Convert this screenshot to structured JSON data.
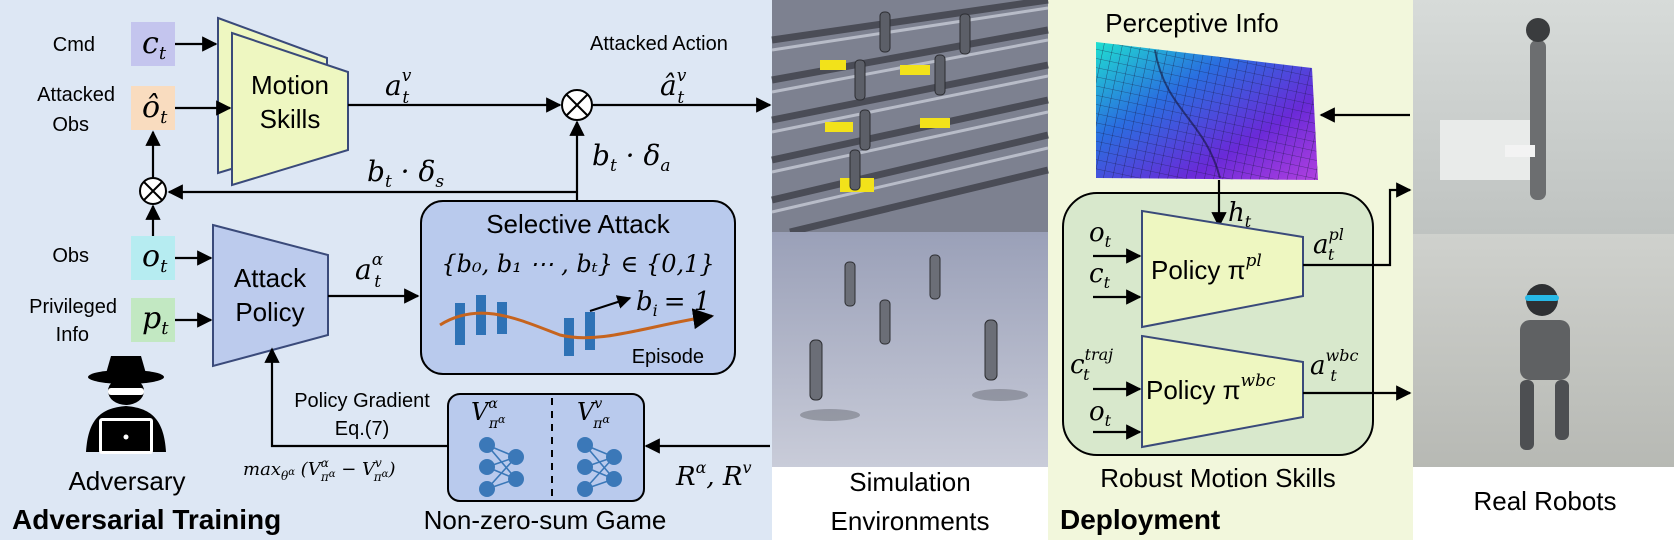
{
  "colors": {
    "left_panel_bg": "#dde7f4",
    "right_panel_bg": "#f2f7dc",
    "skill_block": "#eef7c1",
    "attack_block": "#bccbed",
    "selective_box": "#b9caed",
    "robust_box": "#d8e8cc",
    "bar": "#2e72b6",
    "curve": "#c6641e",
    "cmd_tag": "#c4c5ee",
    "att_obs_tag": "#f9dcbf",
    "obs_tag": "#b6ecf1",
    "priv_tag": "#c2e8c2",
    "neuron": "#3b78b8"
  },
  "left": {
    "labels": {
      "cmd": "Cmd",
      "attacked_obs_1": "Attacked",
      "attacked_obs_2": "Obs",
      "obs": "Obs",
      "privileged_1": "Privileged",
      "privileged_2": "Info",
      "attacked_action": "Attacked Action"
    },
    "vars": {
      "c": "c",
      "o_hat": "ô",
      "o": "o",
      "p": "p",
      "t": "t"
    },
    "motion_skills_1": "Motion",
    "motion_skills_2": "Skills",
    "attack_policy_1": "Attack",
    "attack_policy_2": "Policy",
    "selective": {
      "title": "Selective Attack",
      "set": "{b₀, b₁ ⋯ , bₜ} ∈ {0,1}",
      "bi_eq": "= 1",
      "bi_base": "b",
      "bi_sub": "i",
      "episode": "Episode"
    },
    "pg_1": "Policy Gradient",
    "pg_2": "Eq.(7)",
    "objective": "max",
    "adversary": "Adversary",
    "title": "Adversarial Training",
    "game": "Non-zero-sum Game",
    "rewards": "Rα, Rv"
  },
  "sim": {
    "label_1": "Simulation",
    "label_2": "Environments"
  },
  "right": {
    "perceptive": "Perceptive Info",
    "policy_pl": "Policy π",
    "sup_pl": "pl",
    "policy_wbc": "Policy π",
    "sup_wbc": "wbc",
    "robust": "Robust Motion Skills",
    "deploy": "Deployment",
    "real": "Real Robots"
  }
}
